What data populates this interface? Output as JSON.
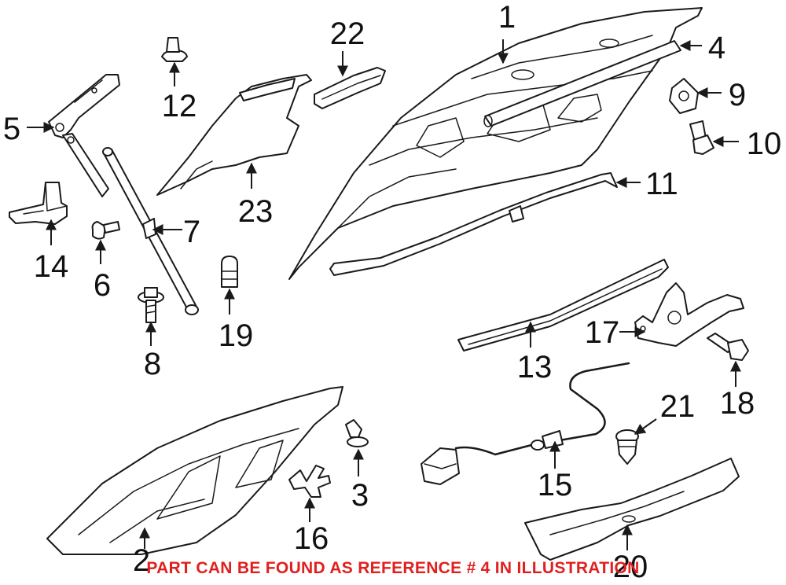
{
  "callouts": {
    "c1": "1",
    "c2": "2",
    "c3": "3",
    "c4": "4",
    "c5": "5",
    "c6": "6",
    "c7": "7",
    "c8": "8",
    "c9": "9",
    "c10": "10",
    "c11": "11",
    "c12": "12",
    "c13": "13",
    "c14": "14",
    "c15": "15",
    "c16": "16",
    "c17": "17",
    "c18": "18",
    "c19": "19",
    "c20": "20",
    "c21": "21",
    "c22": "22",
    "c23": "23"
  },
  "note": {
    "text": "PART CAN BE FOUND AS REFERENCE # 4 IN ILLUSTRATION",
    "color": "#e0201e"
  },
  "colors": {
    "line": "#1a1a1a",
    "background": "#ffffff"
  }
}
